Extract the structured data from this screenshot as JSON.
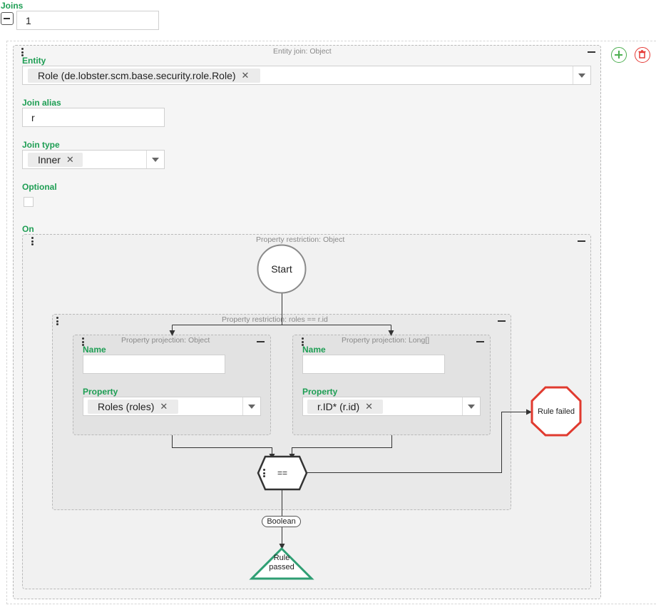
{
  "joins": {
    "label": "Joins",
    "count_value": "1",
    "join": {
      "title": "Entity join: Object",
      "entity_label": "Entity",
      "entity_value": "Role (de.lobster.scm.base.security.role.Role)",
      "alias_label": "Join alias",
      "alias_value": "r",
      "type_label": "Join type",
      "type_value": "Inner",
      "optional_label": "Optional",
      "on_label": "On",
      "on": {
        "title": "Property restriction: Object",
        "start_label": "Start",
        "restriction": {
          "title": "Property restriction: roles == r.id",
          "left": {
            "title": "Property projection: Object",
            "name_label": "Name",
            "name_value": "",
            "property_label": "Property",
            "property_value": "Roles (roles)"
          },
          "right": {
            "title": "Property projection: Long[]",
            "name_label": "Name",
            "name_value": "",
            "property_label": "Property",
            "property_value": "r.ID* (r.id)"
          },
          "operator": "=="
        },
        "boolean_label": "Boolean",
        "failed_label": "Rule failed",
        "passed_line1": "Rule",
        "passed_line2": "passed"
      }
    }
  },
  "colors": {
    "accent_green": "#1e9e54",
    "add_green": "#4caf50",
    "delete_red": "#e53935",
    "failed_red": "#e03a2f",
    "passed_green": "#2e9e73"
  },
  "icons": [
    "collapse-icon",
    "drag-handle-icon",
    "add-icon",
    "delete-icon",
    "remove-chip-icon",
    "dropdown-caret-icon"
  ]
}
